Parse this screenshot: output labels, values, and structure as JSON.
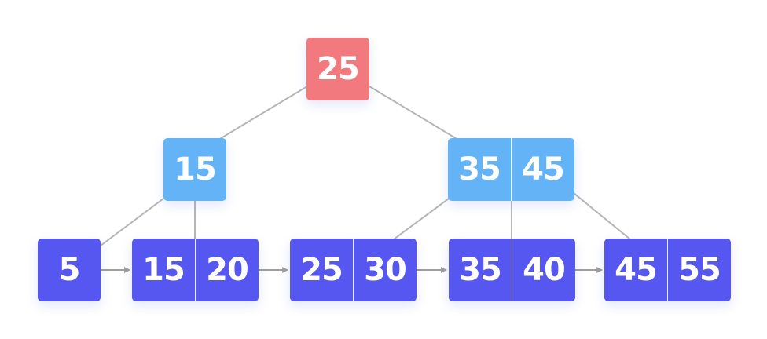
{
  "tree": {
    "root": {
      "keys": [
        "25"
      ],
      "color": "#f27a7f"
    },
    "internal": [
      {
        "keys": [
          "15"
        ],
        "color": "#65b3f7"
      },
      {
        "keys": [
          "35",
          "45"
        ],
        "color": "#65b3f7"
      }
    ],
    "leaves": [
      {
        "keys": [
          "5"
        ],
        "color": "#5656f0"
      },
      {
        "keys": [
          "15",
          "20"
        ],
        "color": "#5656f0"
      },
      {
        "keys": [
          "25",
          "30"
        ],
        "color": "#5656f0"
      },
      {
        "keys": [
          "35",
          "40"
        ],
        "color": "#5656f0"
      },
      {
        "keys": [
          "45",
          "55"
        ],
        "color": "#5656f0"
      }
    ],
    "edge_color": "#b5b5b5",
    "arrow_color": "#9e9e9e"
  }
}
